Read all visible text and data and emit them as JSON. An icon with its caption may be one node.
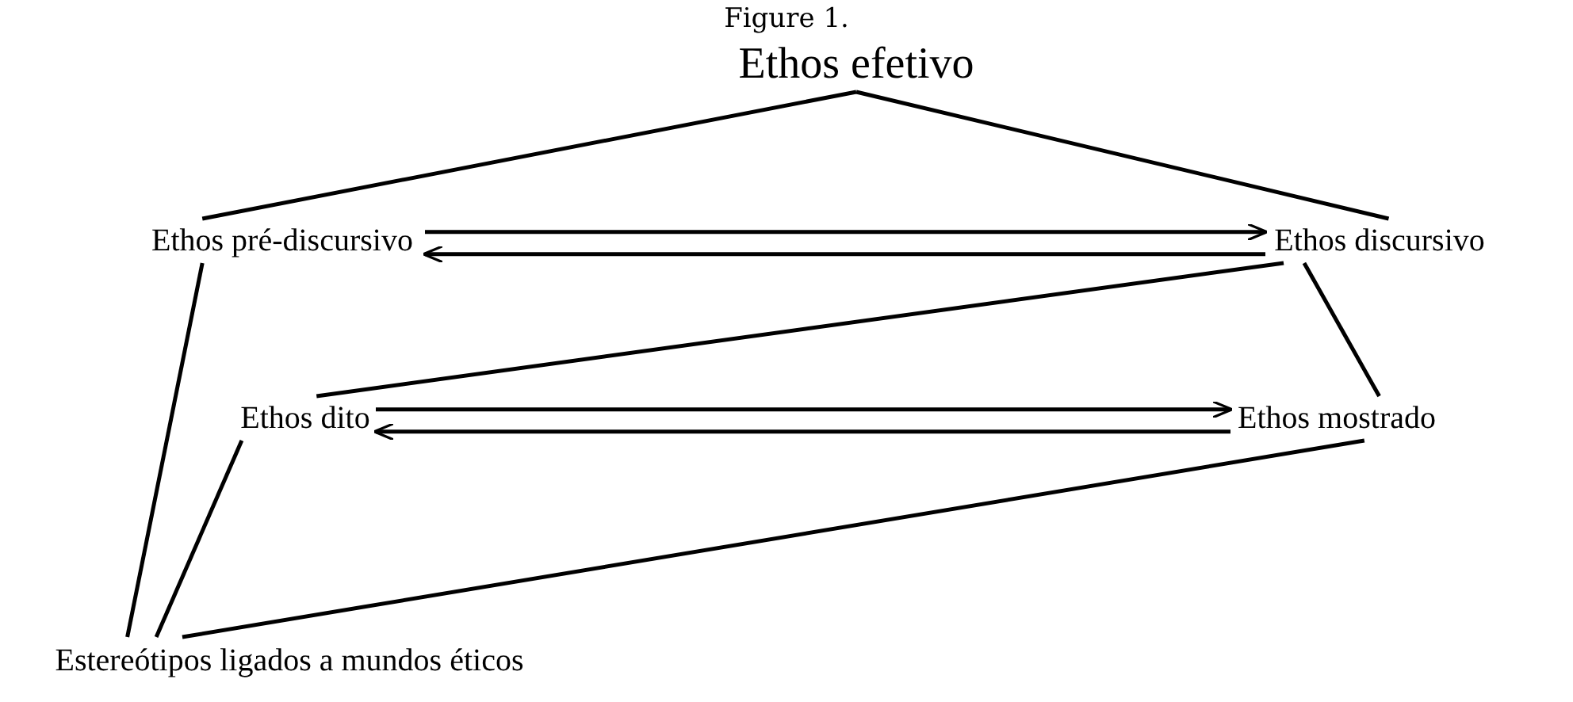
{
  "diagram": {
    "title": "Figure 1.",
    "nodes": [
      {
        "text": [
          "Ethos efetivo"
        ]
      },
      {
        "text": [
          "Ethos pré-discursivo"
        ]
      },
      {
        "text": [
          "Ethos discursivo"
        ]
      },
      {
        "text": [
          "Ethos dito"
        ]
      },
      {
        "text": [
          "Ethos mostrado"
        ]
      },
      {
        "text": [
          "Estereótipos ligados a mundos éticos"
        ]
      }
    ],
    "edges": [
      {
        "from": 0,
        "to": 1,
        "arrow": "none"
      },
      {
        "from": 0,
        "to": 2,
        "arrow": "none"
      },
      {
        "from": 1,
        "to": 2,
        "arrow": "to"
      },
      {
        "from": 2,
        "to": 1,
        "arrow": "to"
      },
      {
        "from": 2,
        "to": 3,
        "arrow": "none"
      },
      {
        "from": 2,
        "to": 4,
        "arrow": "none"
      },
      {
        "from": 3,
        "to": 4,
        "arrow": "to"
      },
      {
        "from": 4,
        "to": 3,
        "arrow": "to"
      },
      {
        "from": 5,
        "to": 1,
        "arrow": "none"
      },
      {
        "from": 5,
        "to": 3,
        "arrow": "none"
      },
      {
        "from": 5,
        "to": 4,
        "arrow": "none"
      }
    ]
  }
}
